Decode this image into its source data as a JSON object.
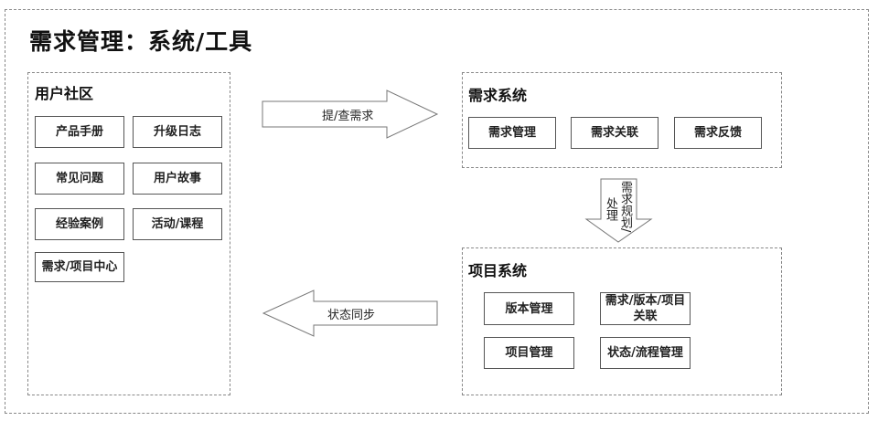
{
  "title": "需求管理：系统/工具",
  "user_community": {
    "title": "用户社区",
    "items": [
      "产品手册",
      "升级日志",
      "常见问题",
      "用户故事",
      "经验案例",
      "活动/课程",
      "需求/项目中心"
    ]
  },
  "requirement_system": {
    "title": "需求系统",
    "items": [
      "需求管理",
      "需求关联",
      "需求反馈"
    ]
  },
  "project_system": {
    "title": "项目系统",
    "items": [
      "版本管理",
      "需求/版本/项目\n关联",
      "项目管理",
      "状态/流程管理"
    ]
  },
  "arrows": {
    "submit": "提/查需求",
    "plan_process_1": "需求规划/",
    "plan_process_2": "处理",
    "status_sync": "状态同步"
  },
  "colors": {
    "line": "#555555",
    "dashed": "#888888",
    "text": "#222222"
  }
}
